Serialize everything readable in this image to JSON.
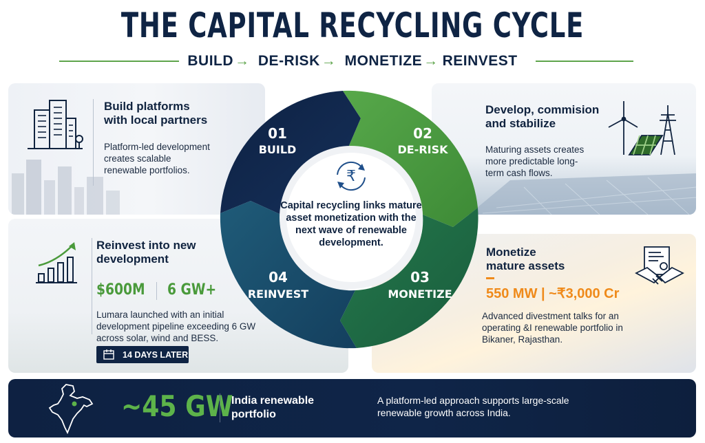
{
  "header": {
    "title": "THE CAPITAL RECYCLING CYCLE",
    "steps": [
      "BUILD",
      "DE-RISK",
      "MONETIZE",
      "REINVEST"
    ],
    "arrow_glyph": "→"
  },
  "colors": {
    "navy": "#0f2444",
    "green": "#4a9a3b",
    "dark_green": "#1f6b45",
    "teal": "#1a4d6b",
    "orange": "#ef8a1a"
  },
  "cycle": {
    "segments": [
      {
        "number": "01",
        "label": "BUILD"
      },
      {
        "number": "02",
        "label": "DE-RISK"
      },
      {
        "number": "03",
        "label": "MONETIZE"
      },
      {
        "number": "04",
        "label": "REINVEST"
      }
    ],
    "center_icon": "rupee-cycle-icon",
    "center_text": "Capital recycling links mature asset monetization with the next wave of renewable development."
  },
  "build": {
    "icon": "building-icon",
    "heading_1": "Build platforms",
    "heading_2": "with local partners",
    "text_1": "Platform-led development",
    "text_2": "creates scalable",
    "text_3": "renewable portfolios."
  },
  "derisk": {
    "icon": "wind-solar-tower-icon",
    "heading_1": "Develop, commision",
    "heading_2": "and stabilize",
    "text_1": "Maturing assets creates",
    "text_2": "more predictable long-",
    "text_3": "term cash flows."
  },
  "reinvest": {
    "icon": "growth-chart-icon",
    "heading_1": "Reinvest into new",
    "heading_2": "development",
    "stat_1": "$600M",
    "stat_2": "6 GW+",
    "text_1": "Lumara launched with an initial",
    "text_2": "development pipeline exceeding 6 GW",
    "text_3": "across solar, wind and BESS.",
    "badge": "14 DAYS LATER",
    "badge_icon": "calendar-icon"
  },
  "monetize": {
    "icon": "contract-handshake-icon",
    "heading_1": "Monetize",
    "heading_2": "mature assets",
    "stat": "550 MW | ~₹3,000 Cr",
    "text_1": "Advanced divestment talks for an",
    "text_2": "operating &I renewable portfolio in",
    "text_3": "Bikaner, Rajasthan."
  },
  "footer": {
    "icon": "india-map-icon",
    "stat": "~45 GW",
    "label_1": "India renewable",
    "label_2": "portfolio",
    "text_1": "A platform-led approach supports large-scale",
    "text_2": "renewable growth across India."
  }
}
